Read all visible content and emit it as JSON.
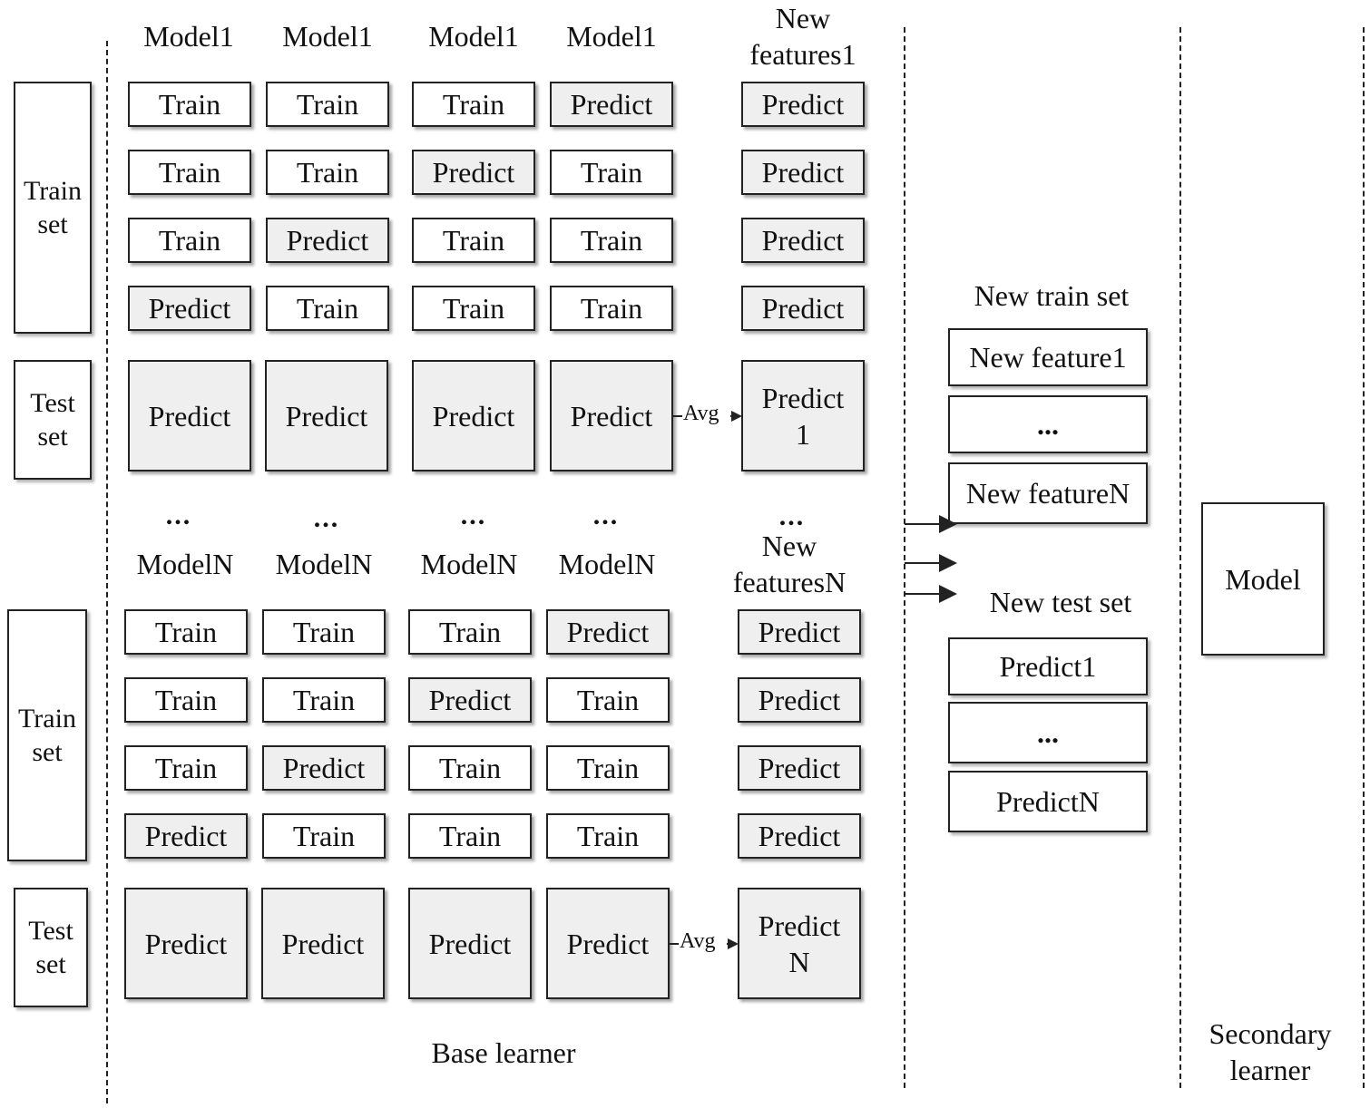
{
  "colors": {
    "line": "#222222",
    "predict_fill": "#efefef",
    "train_fill": "#ffffff"
  },
  "block1": {
    "models": [
      "Model1",
      "Model1",
      "Model1",
      "Model1"
    ],
    "new_features": "New features1",
    "train_set_label": "Train set",
    "test_set_label": "Test set",
    "train_rows": [
      [
        "Train",
        "Train",
        "Train",
        "Predict"
      ],
      [
        "Train",
        "Train",
        "Predict",
        "Train"
      ],
      [
        "Train",
        "Predict",
        "Train",
        "Train"
      ],
      [
        "Predict",
        "Train",
        "Train",
        "Train"
      ]
    ],
    "feature_cells": [
      "Predict",
      "Predict",
      "Predict",
      "Predict"
    ],
    "test_row": [
      "Predict",
      "Predict",
      "Predict",
      "Predict"
    ],
    "avg": "Avg",
    "test_output": "Predict 1"
  },
  "dots": "...",
  "block2": {
    "models": [
      "ModelN",
      "ModelN",
      "ModelN",
      "ModelN"
    ],
    "new_features": "New featuresN",
    "train_set_label": "Train set",
    "test_set_label": "Test set",
    "train_rows": [
      [
        "Train",
        "Train",
        "Train",
        "Predict"
      ],
      [
        "Train",
        "Train",
        "Predict",
        "Train"
      ],
      [
        "Train",
        "Predict",
        "Train",
        "Train"
      ],
      [
        "Predict",
        "Train",
        "Train",
        "Train"
      ]
    ],
    "feature_cells": [
      "Predict",
      "Predict",
      "Predict",
      "Predict"
    ],
    "test_row": [
      "Predict",
      "Predict",
      "Predict",
      "Predict"
    ],
    "avg": "Avg",
    "test_output": "Predict N"
  },
  "base_learner": "Base learner",
  "new_train_set": {
    "title": "New train set",
    "items": [
      "New feature1",
      "...",
      "New featureN"
    ]
  },
  "new_test_set": {
    "title": "New test set",
    "items": [
      "Predict1",
      "...",
      "PredictN"
    ]
  },
  "model": "Model",
  "secondary_learner": "Secondary learner"
}
